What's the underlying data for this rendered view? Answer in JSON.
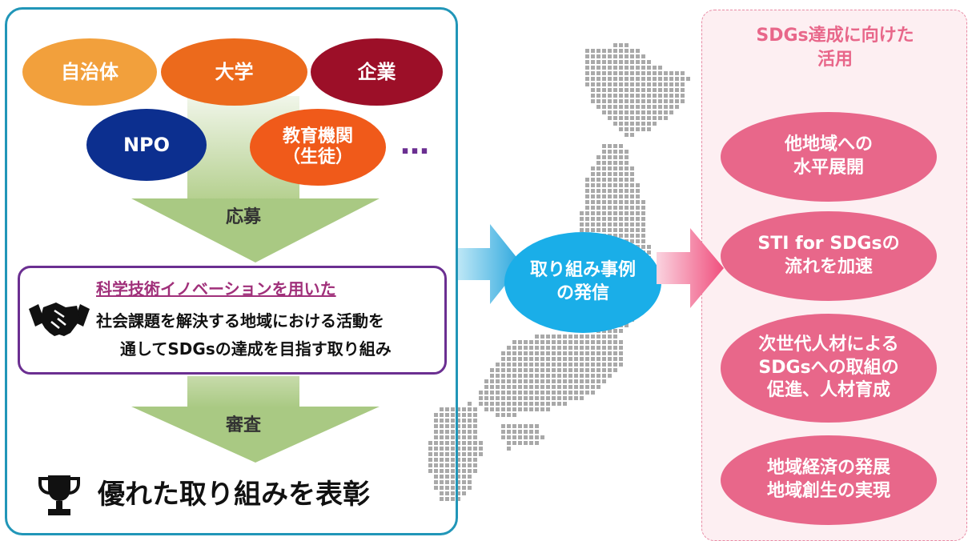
{
  "applicants": {
    "jichitai": "自治体",
    "daigaku": "大学",
    "kigyo": "企業",
    "npo": "NPO",
    "kyoiku_line1": "教育機関",
    "kyoiku_line2": "（生徒）",
    "ellipsis": "…"
  },
  "steps": {
    "apply": "応募",
    "review": "審査"
  },
  "theme": {
    "highlight": "科学技術イノベーションを用いた",
    "line2": "社会課題を解決する地域における活動を",
    "line3": "通してSDGsの達成を目指す取り組み"
  },
  "award": "優れた取り組みを表彰",
  "center": {
    "line1": "取り組み事例",
    "line2": "の発信"
  },
  "right": {
    "title_line1": "SDGs達成に向けた",
    "title_line2": "活用",
    "items": [
      {
        "line1": "他地域への",
        "line2": "水平展開"
      },
      {
        "line1": "STI for SDGsの",
        "line2": "流れを加速"
      },
      {
        "line1": "次世代人材による",
        "line2": "SDGsへの取組の",
        "line3": "促進、人材育成"
      },
      {
        "line1": "地域経済の発展",
        "line2": "地域創生の実現"
      }
    ]
  },
  "colors": {
    "panel_border": "#2196b8",
    "theme_border": "#6b2f91",
    "highlight_text": "#a0307a",
    "arrow_green": "#a6c77f",
    "center_blue": "#1aaee8",
    "right_pink": "#e8678a"
  },
  "icons": [
    "handshake-icon",
    "trophy-icon",
    "japan-map"
  ]
}
